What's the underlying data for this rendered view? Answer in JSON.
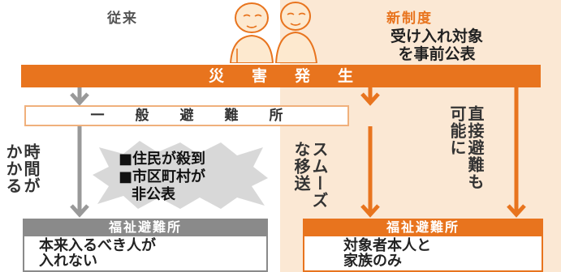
{
  "header": {
    "old_label": "従来",
    "new_label": "新制度",
    "new_description_line1": "受け入れ対象",
    "new_description_line2": "を事前公表"
  },
  "disaster": {
    "label": "災害発生"
  },
  "general_shelter": {
    "label": "一般避難所"
  },
  "old_path": {
    "time_note": "時間がかかる",
    "burst_notes": [
      "■住民が殺到",
      "■市区町村が",
      "非公表"
    ],
    "welfare_title": "福祉避難所",
    "welfare_body_line1": "本来入るべき人が",
    "welfare_body_line2": "入れない"
  },
  "new_path": {
    "smooth_note": "スムーズな移送",
    "direct_note": "直接避難も可能に",
    "welfare_title": "福祉避難所",
    "welfare_body_line1": "対象者本人と",
    "welfare_body_line2": "家族のみ"
  },
  "colors": {
    "accent": "#e8741e",
    "gray": "#8a8a8a",
    "panel_bg": "#fbe8d4",
    "outline_light": "#f0b07c"
  },
  "icons": [
    "elderly-couple-illustration"
  ]
}
